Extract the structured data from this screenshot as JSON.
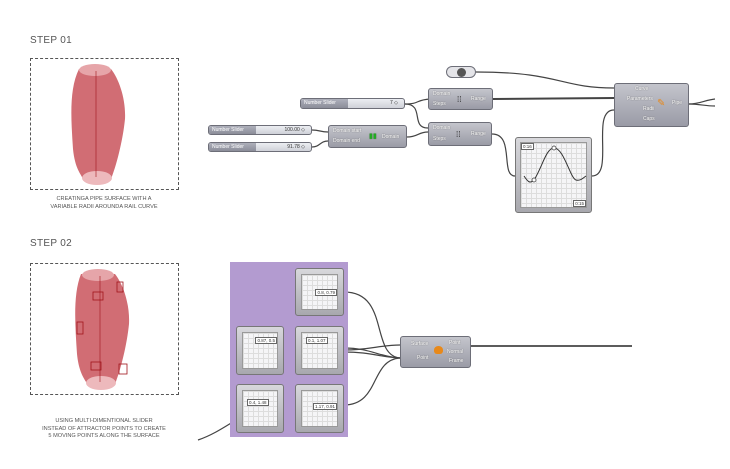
{
  "step1": {
    "title": "STEP 01",
    "caption": [
      "CREATINGA PIPE SURFACE WITH A",
      "VARIABLE RADII AROUNDA RAIL CURVE"
    ],
    "slider_top": {
      "label": "Number Slider",
      "value": "7 ◇"
    },
    "slider_a": {
      "label": "Number Slider",
      "value": "100.00 ◇"
    },
    "slider_b": {
      "label": "Number Slider",
      "value": "91.78 ◇"
    },
    "range1": {
      "inputs": [
        "Domain",
        "Steps"
      ],
      "output": "Range"
    },
    "domain": {
      "inputs": [
        "Domain start",
        "Domain end"
      ],
      "output": "Domain"
    },
    "range2": {
      "inputs": [
        "Domain",
        "Steps"
      ],
      "output": "Range"
    },
    "pipe": {
      "inputs": [
        "Curve",
        "Parameters",
        "Radii",
        "Caps"
      ],
      "output": "Pipe"
    },
    "graph": {
      "label_top": "0:16",
      "label_bottom": "0:15"
    }
  },
  "step2": {
    "title": "STEP 02",
    "caption": [
      "USING MULTI-DIMENTIONAL SLIDER",
      "INSTEAD OF ATTRACTOR POINTS TO CREATE",
      "5 MOVING POINTS ALONG THE SURFACE"
    ],
    "md_sliders": [
      "0.8, 0.79",
      "0.87, 0.5",
      "0.1, 1.07",
      "0.4, 1.48",
      "1.17, 0.91"
    ],
    "evaluate": {
      "inputs": [
        "Surface",
        "Point"
      ],
      "outputs": [
        "Point",
        "Normal",
        "Frame"
      ]
    }
  },
  "colors": {
    "pipe": "#c9545c",
    "group": "#b39bd0",
    "component": "#a5a6b0"
  }
}
